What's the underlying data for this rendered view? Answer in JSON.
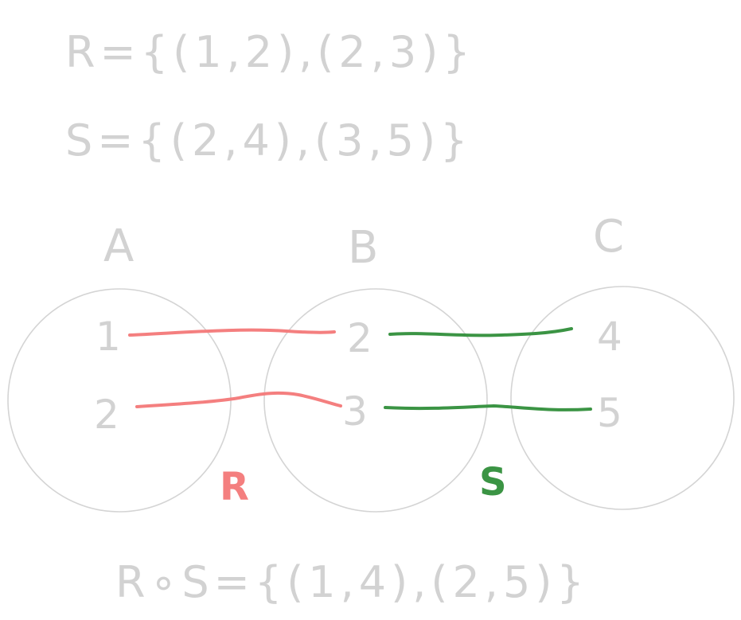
{
  "formulas": {
    "r_def": "R={(1,2),(2,3)}",
    "s_def": "S={(2,4),(3,5)}",
    "composition": "R∘S={(1,4),(2,5)}"
  },
  "sets": {
    "a": {
      "label": "A",
      "elements": [
        "1",
        "2"
      ]
    },
    "b": {
      "label": "B",
      "elements": [
        "2",
        "3"
      ]
    },
    "c": {
      "label": "C",
      "elements": [
        "4",
        "5"
      ]
    }
  },
  "relations": {
    "r": {
      "label": "R",
      "color": "#f47f7f",
      "pairs": [
        [
          "1",
          "2"
        ],
        [
          "2",
          "3"
        ]
      ]
    },
    "s": {
      "label": "S",
      "color": "#3b9444",
      "pairs": [
        [
          "2",
          "4"
        ],
        [
          "3",
          "5"
        ]
      ]
    }
  },
  "colors": {
    "ink": "#d2d2d2",
    "circle": "#d4d4d4"
  }
}
